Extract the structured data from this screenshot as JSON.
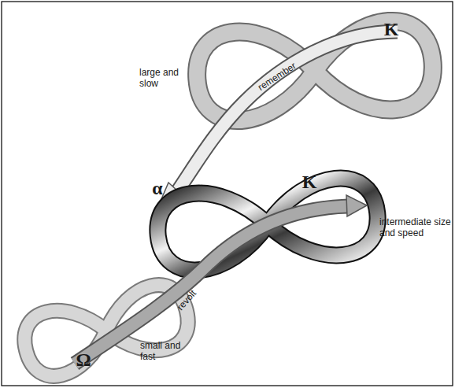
{
  "diagram": {
    "labels": [
      "K",
      "remember",
      "large and slow",
      "α",
      "K",
      "intermediate size and speed",
      "revolt",
      "Ω",
      "small and fast"
    ]
  }
}
